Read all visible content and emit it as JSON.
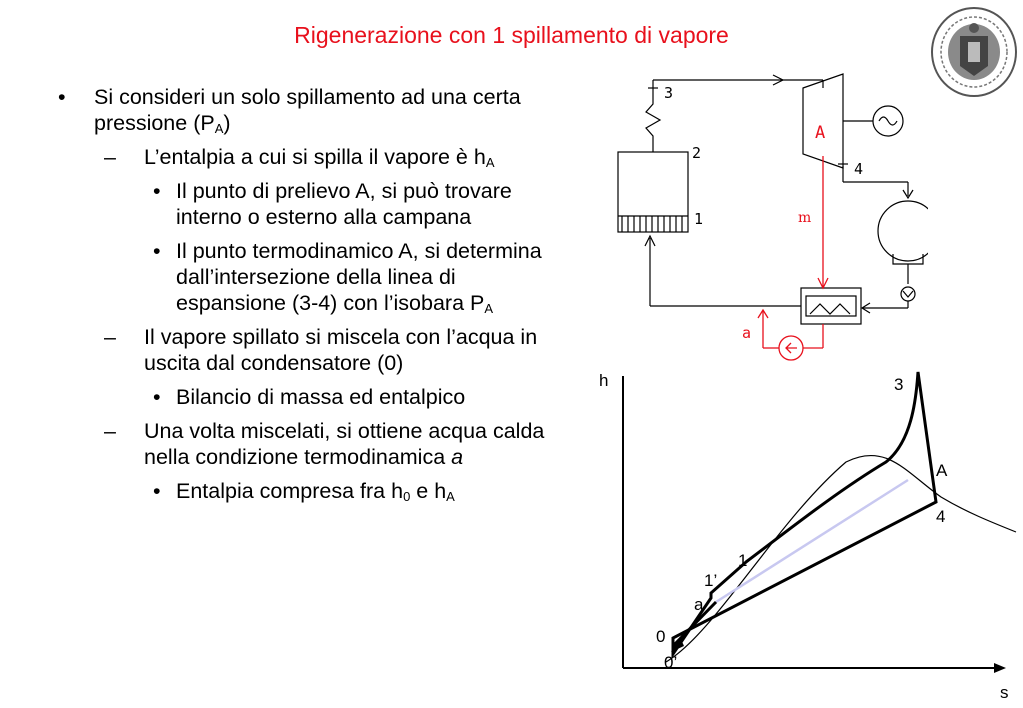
{
  "title": "Rigenerazione con 1 spillamento di vapore",
  "bullets": {
    "b1_text": "Si consideri un solo spillamento ad una certa pressione (P",
    "b1_sub": "A",
    "b1_end": ")",
    "b1_1_text": "L’entalpia a cui si spilla il vapore è h",
    "b1_1_sub": "A",
    "b1_1_1": "Il punto di prelievo A,  si può trovare interno o esterno alla campana",
    "b1_1_2_text": "Il punto termodinamico A, si determina dall’intersezione della linea di espansione (3-4) con l’isobara P",
    "b1_1_2_sub": "A",
    "b1_2": "Il vapore spillato si miscela con l’acqua in uscita dal condensatore (0)",
    "b1_2_1": "Bilancio di massa ed entalpico",
    "b1_3_text": "Una volta miscelati, si ottiene acqua calda nella condizione termodinamica ",
    "b1_3_italic": "a",
    "b1_3_1_pre": "Entalpia compresa fra h",
    "b1_3_1_sub1": "0",
    "b1_3_1_mid": " e h",
    "b1_3_1_sub2": "A"
  },
  "markers": {
    "bullet": "•",
    "dash": "–"
  },
  "schematic": {
    "label_3": "3",
    "label_2": "2",
    "label_1": "1",
    "label_4": "4",
    "label_A": "A",
    "label_m": "m",
    "label_a": "a"
  },
  "diagram": {
    "axis_h": "h",
    "axis_s": "s",
    "p3": "3",
    "pA": "A",
    "p4": "4",
    "p1": "1",
    "p1p": "1’",
    "pa": "a",
    "p0": "0",
    "p0p": "0’"
  },
  "colors": {
    "title": "#e8101c",
    "extraction": "#e8101c",
    "isobar": "#c8c8f0"
  },
  "icons": [
    "university-seal-logo",
    "alternator-icon",
    "pump-icon",
    "heat-exchanger-icon"
  ]
}
